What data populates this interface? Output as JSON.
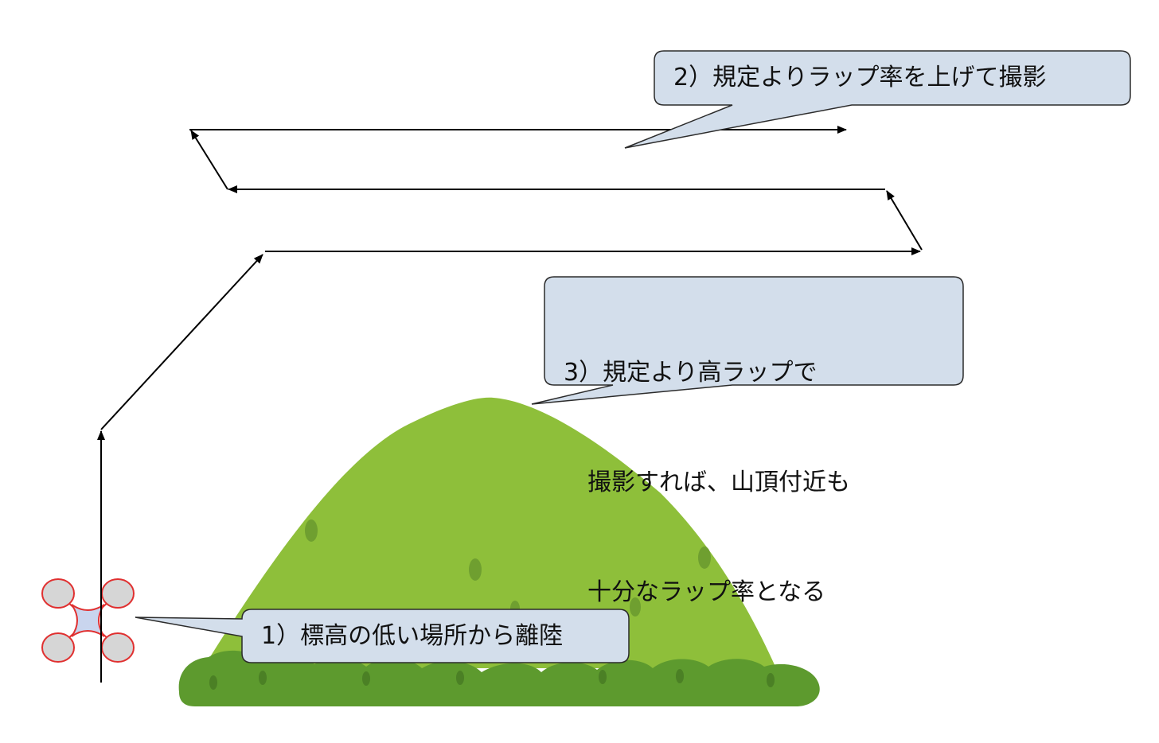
{
  "callouts": {
    "step1": "1）標高の低い場所から離陸",
    "step2": "2）規定よりラップ率を上げて撮影",
    "step3": [
      "3）規定より高ラップで",
      "　撮影すれば、山頂付近も",
      "　十分なラップ率となる"
    ]
  },
  "colors": {
    "callout_fill": "#d3deeb",
    "callout_stroke": "#2b2b2b",
    "mountain": "#8ebf3a",
    "mountain_spots": "#6f9f30",
    "bushes": "#5d9a2e",
    "bush_spots": "#4b8025",
    "drone_body": "#c9d5ee",
    "drone_rotor": "#d6d6d6",
    "drone_outline": "#e03030",
    "path": "#000000"
  },
  "icons": {
    "drone": "quadcopter-drone-icon",
    "mountain": "green-mountain-illustration"
  }
}
